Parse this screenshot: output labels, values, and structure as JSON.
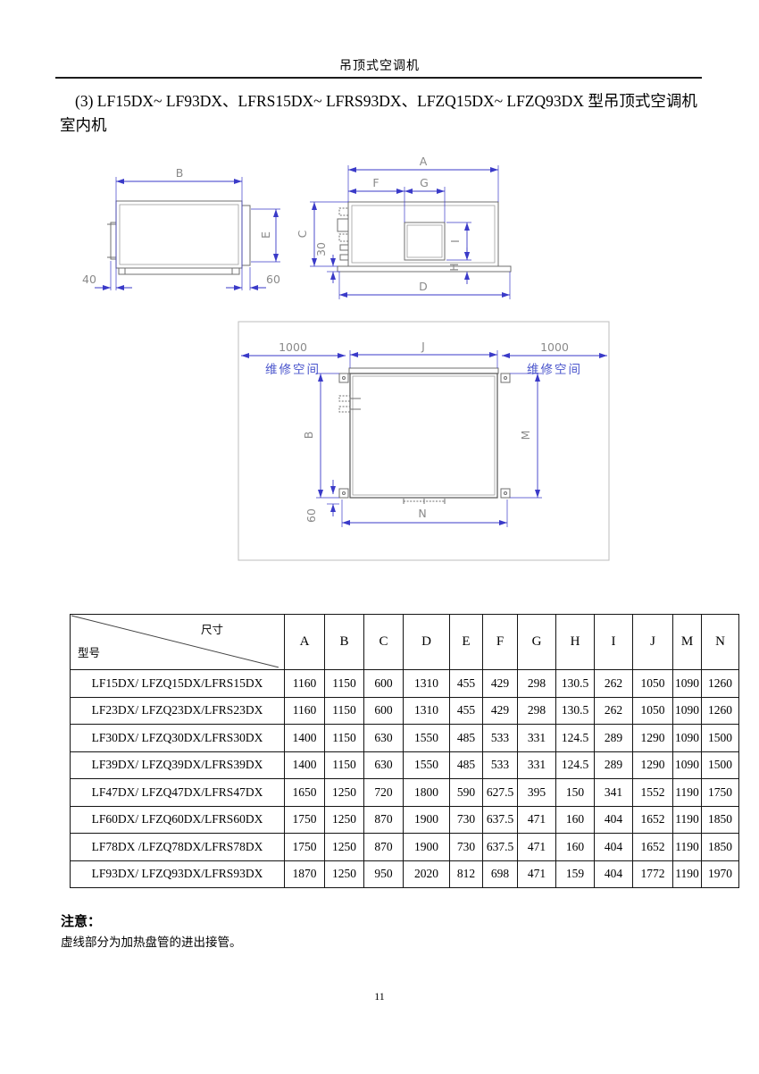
{
  "page": {
    "header_title": "吊顶式空调机",
    "page_number": "11"
  },
  "heading": {
    "line1": "(3) LF15DX~ LF93DX、LFRS15DX~ LFRS93DX、LFZQ15DX~ LFZQ93DX 型吊顶式空调机",
    "line2": "室内机"
  },
  "colors": {
    "dimension_blue": "#3a3ac8",
    "drawing_gray": "#6f6f6f",
    "label_gray": "#8a8a8a",
    "service_text_blue": "#4a55cc"
  },
  "diagrams": {
    "side_view": {
      "dim_width": "B",
      "dim_outlet_height": "E",
      "offset_left": "40",
      "offset_right": "60"
    },
    "front_view": {
      "dim_width": "A",
      "dim_f": "F",
      "dim_g": "G",
      "dim_height": "C",
      "base_height": "30",
      "dim_i": "I",
      "dim_h": "H",
      "dim_base_width": "D"
    },
    "plan_view": {
      "service_left": "1000",
      "service_right": "1000",
      "service_label_left": "维修空间",
      "service_label_right": "维修空间",
      "dim_top": "J",
      "dim_left": "B",
      "dim_right": "M",
      "dim_bottom": "N",
      "offset_bottom": "60"
    }
  },
  "table": {
    "corner_top": "尺寸",
    "corner_bottom": "型号",
    "columns": [
      "A",
      "B",
      "C",
      "D",
      "E",
      "F",
      "G",
      "H",
      "I",
      "J",
      "M",
      "N"
    ],
    "rows": [
      {
        "model": "LF15DX/ LFZQ15DX/LFRS15DX",
        "values": [
          "1160",
          "1150",
          "600",
          "1310",
          "455",
          "429",
          "298",
          "130.5",
          "262",
          "1050",
          "1090",
          "1260"
        ]
      },
      {
        "model": "LF23DX/ LFZQ23DX/LFRS23DX",
        "values": [
          "1160",
          "1150",
          "600",
          "1310",
          "455",
          "429",
          "298",
          "130.5",
          "262",
          "1050",
          "1090",
          "1260"
        ]
      },
      {
        "model": "LF30DX/ LFZQ30DX/LFRS30DX",
        "values": [
          "1400",
          "1150",
          "630",
          "1550",
          "485",
          "533",
          "331",
          "124.5",
          "289",
          "1290",
          "1090",
          "1500"
        ]
      },
      {
        "model": "LF39DX/ LFZQ39DX/LFRS39DX",
        "values": [
          "1400",
          "1150",
          "630",
          "1550",
          "485",
          "533",
          "331",
          "124.5",
          "289",
          "1290",
          "1090",
          "1500"
        ]
      },
      {
        "model": "LF47DX/ LFZQ47DX/LFRS47DX",
        "values": [
          "1650",
          "1250",
          "720",
          "1800",
          "590",
          "627.5",
          "395",
          "150",
          "341",
          "1552",
          "1190",
          "1750"
        ]
      },
      {
        "model": "LF60DX/ LFZQ60DX/LFRS60DX",
        "values": [
          "1750",
          "1250",
          "870",
          "1900",
          "730",
          "637.5",
          "471",
          "160",
          "404",
          "1652",
          "1190",
          "1850"
        ]
      },
      {
        "model": "LF78DX /LFZQ78DX/LFRS78DX",
        "values": [
          "1750",
          "1250",
          "870",
          "1900",
          "730",
          "637.5",
          "471",
          "160",
          "404",
          "1652",
          "1190",
          "1850"
        ]
      },
      {
        "model": "LF93DX/ LFZQ93DX/LFRS93DX",
        "values": [
          "1870",
          "1250",
          "950",
          "2020",
          "812",
          "698",
          "471",
          "159",
          "404",
          "1772",
          "1190",
          "1970"
        ]
      }
    ]
  },
  "note": {
    "title": "注意：",
    "body": "虚线部分为加热盘管的进出接管。"
  }
}
